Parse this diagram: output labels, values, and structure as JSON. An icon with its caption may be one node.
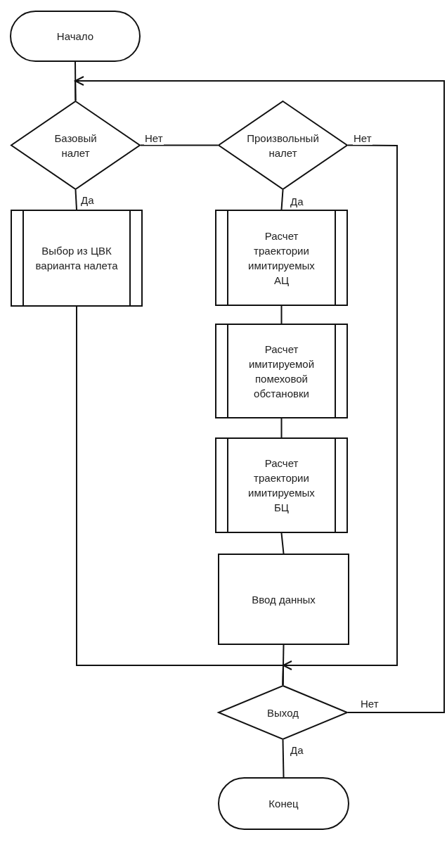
{
  "diagram": {
    "nodes": [
      {
        "text": [
          "Начало"
        ]
      },
      {
        "text": [
          "Базовый налет"
        ]
      },
      {
        "text": [
          "Произвольный налет"
        ]
      },
      {
        "text": [
          "Выбор из ЦВК варианта налета"
        ]
      },
      {
        "text": [
          "Расчет траектории имитируемых АЦ"
        ]
      },
      {
        "text": [
          "Расчет имитируемой помеховой обстановки"
        ]
      },
      {
        "text": [
          "Расчет траектории имитируемых БЦ"
        ]
      },
      {
        "text": [
          "Ввод данных"
        ]
      },
      {
        "text": [
          "Выход"
        ]
      },
      {
        "text": [
          "Конец"
        ]
      }
    ],
    "edges": [
      {
        "from": 0,
        "to": 1,
        "arrow": "none"
      },
      {
        "from": 8,
        "to": 1,
        "arrow": "to",
        "label": "Нет"
      },
      {
        "from": 1,
        "to": 2,
        "arrow": "none",
        "label": "Нет"
      },
      {
        "from": 1,
        "to": 3,
        "arrow": "none",
        "label": "Да"
      },
      {
        "from": 2,
        "to": 4,
        "arrow": "none",
        "label": "Да"
      },
      {
        "from": 4,
        "to": 5,
        "arrow": "none"
      },
      {
        "from": 5,
        "to": 6,
        "arrow": "none"
      },
      {
        "from": 6,
        "to": 7,
        "arrow": "none"
      },
      {
        "from": 2,
        "to": 8,
        "arrow": "to",
        "label": "Нет"
      },
      {
        "from": 3,
        "to": 8,
        "arrow": "none"
      },
      {
        "from": 7,
        "to": 8,
        "arrow": "none"
      },
      {
        "from": 8,
        "to": 9,
        "arrow": "none",
        "label": "Да"
      }
    ]
  }
}
